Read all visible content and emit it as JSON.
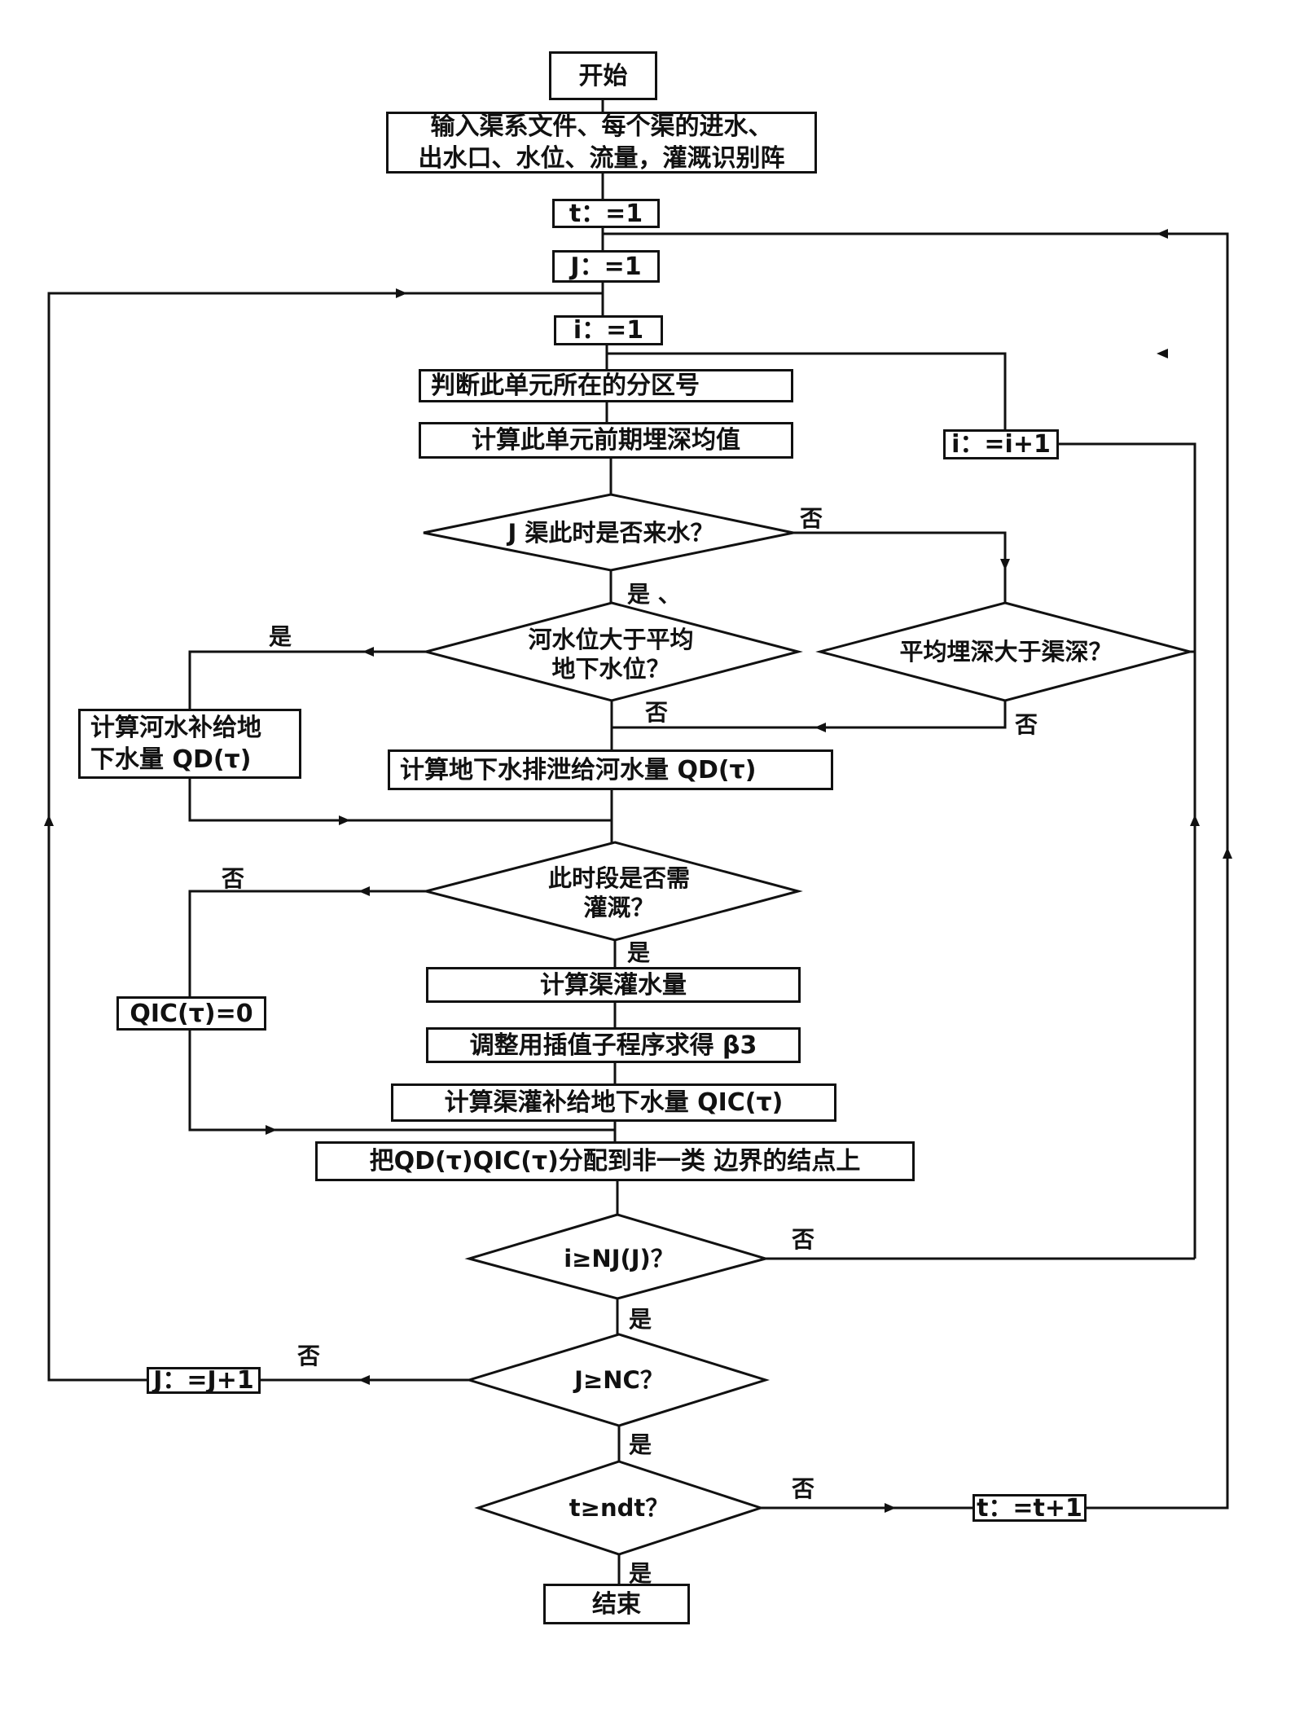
{
  "flowchart": {
    "nodes": {
      "start": "开始",
      "input": "输入渠系文件、每个渠的进水、\n出水口、水位、流量，灌溉识别阵",
      "t_init": "t：=1",
      "j_init": "J：=1",
      "i_init": "i：=1",
      "zone": "判断此单元所在的分区号",
      "i_incr": "i：=i+1",
      "depth_avg": "计算此单元前期埋深均值",
      "dec_water": "J 渠此时是否来水？",
      "dec_depth": "平均埋深大于渠深？",
      "dec_level": "河水位大于平均\n地下水位？",
      "river_recharge": "计算河水补给地\n下水量 QD(τ)",
      "discharge": "计算地下水排泄给河水量 QD(τ)",
      "dec_irrig": "此时段是否需\n灌溉？",
      "qic_zero": "QIC(τ)=0",
      "irrig_amount": "计算渠灌水量",
      "interp": "调整用插值子程序求得 β3",
      "irrig_recharge": "计算渠灌补给地下水量 QIC(τ)",
      "distribute": "把QD(τ)QIC(τ)分配到非一类 边界的结点上",
      "dec_i": "i≥NJ(J)？",
      "dec_j": "J≥NC？",
      "j_incr": "J：=J+1",
      "dec_t": "t≥ndt？",
      "t_incr": "t：=t+1",
      "end": "结束"
    },
    "labels": {
      "yes": "是",
      "no": "否",
      "yes_dot": "是 、"
    }
  }
}
